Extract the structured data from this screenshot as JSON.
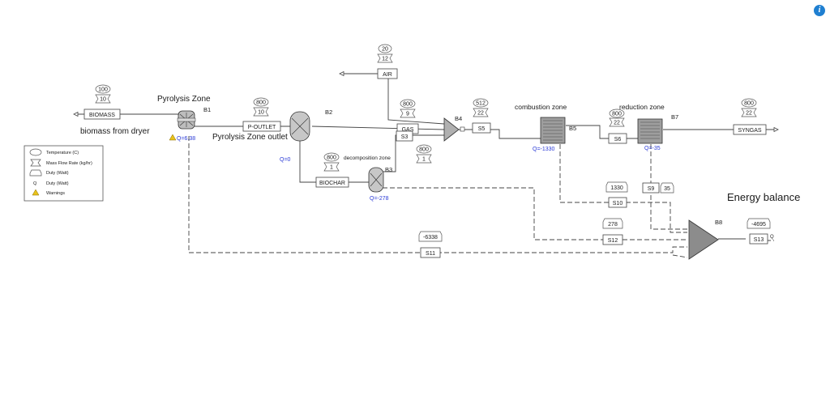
{
  "info_button": {
    "glyph": "i"
  },
  "legend": {
    "temperature": "Temperature (C)",
    "mass_flow": "Mass Flow Rate (kg/hr)",
    "duty1": "Duty (Watt)",
    "q_symbol": "Q",
    "duty2": "Duty (Watt)",
    "warnings": "Warnings"
  },
  "labels": {
    "pyrolysis_zone": "Pyrolysis Zone",
    "biomass_from_dryer": "biomass from dryer",
    "pyrolysis_outlet": "Pyrolysis Zone outlet",
    "decomposition_zone": "decomposition zone",
    "combustion_zone": "combustion zone",
    "reduction_zone": "reduction zone",
    "energy_balance": "Energy balance"
  },
  "blocks": {
    "b1": "B1",
    "b2": "B2",
    "b3": "B3",
    "b4": "B4",
    "b5": "B5",
    "b7": "B7",
    "b8": "B8"
  },
  "duties": {
    "b1": "Q=6.38",
    "b2": "Q=0",
    "b3": "Q=-278",
    "b5": "Q=-1330",
    "b7": "Q=-35"
  },
  "streams": {
    "biomass": {
      "name": "BIOMASS",
      "temp": "100",
      "flow": "10"
    },
    "poutlet": {
      "name": "P-OUTLET",
      "temp": "800",
      "flow": "10"
    },
    "air": {
      "name": "AIR",
      "temp": "20",
      "flow": "12"
    },
    "gas": {
      "name": "GAS",
      "temp": "800",
      "flow": "9"
    },
    "biochar": {
      "name": "BIOCHAR",
      "temp": "800",
      "flow": "1"
    },
    "s3": {
      "name": "S3",
      "temp": "800",
      "flow": "1"
    },
    "s5": {
      "name": "S5",
      "temp": "512",
      "flow": "22"
    },
    "s6": {
      "name": "S6",
      "temp": "800",
      "flow": "22"
    },
    "syngas": {
      "name": "SYNGAS",
      "temp": "800",
      "flow": "22"
    },
    "s9": {
      "name": "S9",
      "duty": "35"
    },
    "s10": {
      "name": "S10",
      "duty": "1330"
    },
    "s11": {
      "name": "S11",
      "duty": "-6338"
    },
    "s12": {
      "name": "S12",
      "duty": "278"
    },
    "s13": {
      "name": "S13",
      "duty": "-4695",
      "q": "Q"
    }
  },
  "colors": {
    "duty_text": "#2b3bd6",
    "info_button": "#1f7fd1",
    "warning": "#e8c21a"
  }
}
